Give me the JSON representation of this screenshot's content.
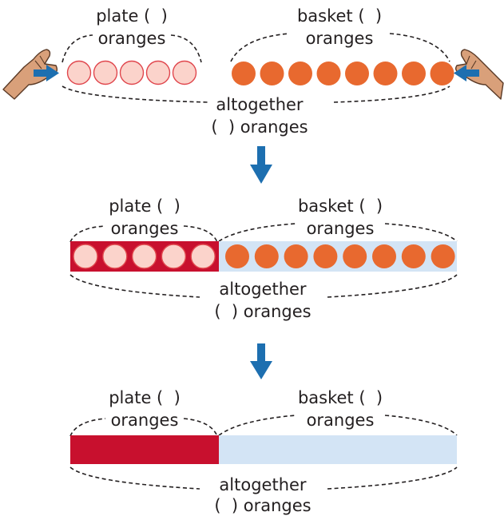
{
  "colors": {
    "plate_circle_fill": "#fbd3cb",
    "plate_circle_stroke": "#e0464d",
    "orange": "#e8692f",
    "plate_bar": "#c8102e",
    "basket_bar": "#d3e4f5",
    "arrow_blue": "#1d6fb0",
    "hand_skin": "#d9a07a"
  },
  "counts": {
    "plate_oranges": 5,
    "basket_oranges": 8
  },
  "icons": {
    "left_hand": "hand-pushing-right-icon",
    "right_hand": "hand-pushing-left-icon",
    "push_arrow": "blue-arrow-icon",
    "step_arrow": "blue-down-arrow-icon"
  },
  "stage1": {
    "plate_line1": "plate (  )",
    "plate_line2": "oranges",
    "basket_line1": "basket (  )",
    "basket_line2": "oranges",
    "total_line1": "altogether",
    "total_line2": "(  ) oranges"
  },
  "stage2": {
    "plate_line1": "plate (  )",
    "plate_line2": "oranges",
    "basket_line1": "basket (  )",
    "basket_line2": "oranges",
    "total_line1": "altogether",
    "total_line2": "(  ) oranges"
  },
  "stage3": {
    "plate_line1": "plate (  )",
    "plate_line2": "oranges",
    "basket_line1": "basket (  )",
    "basket_line2": "oranges",
    "total_line1": "altogether",
    "total_line2": "(  ) oranges"
  }
}
